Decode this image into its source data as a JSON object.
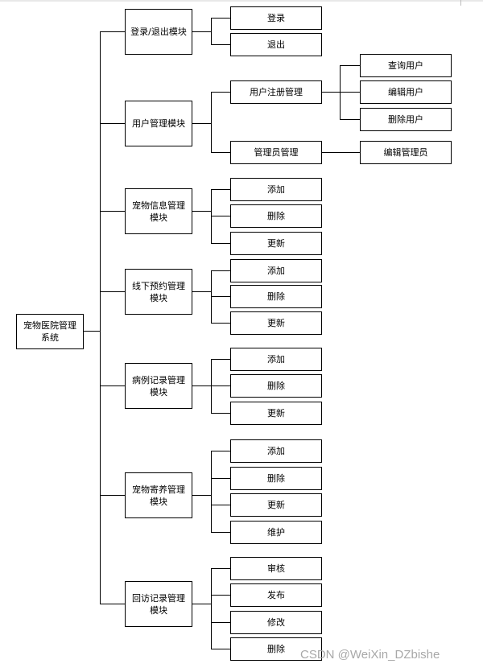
{
  "diagram": {
    "root": {
      "line1": "宠物医院管理",
      "line2": "系统"
    },
    "modules": [
      {
        "id": "login",
        "line1": "登录/退出模块",
        "line2": "",
        "children": [
          "登录",
          "退出"
        ]
      },
      {
        "id": "user",
        "line1": "用户管理模块",
        "line2": "",
        "children": [
          {
            "label": "用户注册管理",
            "children": [
              "查询用户",
              "编辑用户",
              "删除用户"
            ]
          },
          {
            "label": "管理员管理",
            "children": [
              "编辑管理员"
            ]
          }
        ]
      },
      {
        "id": "petinfo",
        "line1": "宠物信息管理",
        "line2": "模块",
        "children": [
          "添加",
          "删除",
          "更新"
        ]
      },
      {
        "id": "appointment",
        "line1": "线下预约管理",
        "line2": "模块",
        "children": [
          "添加",
          "删除",
          "更新"
        ]
      },
      {
        "id": "caserecord",
        "line1": "病例记录管理",
        "line2": "模块",
        "children": [
          "添加",
          "删除",
          "更新"
        ]
      },
      {
        "id": "boarding",
        "line1": "宠物寄养管理",
        "line2": "模块",
        "children": [
          "添加",
          "删除",
          "更新",
          "维护"
        ]
      },
      {
        "id": "followup",
        "line1": "回访记录管理",
        "line2": "模块",
        "children": [
          "审核",
          "发布",
          "修改",
          "删除"
        ]
      }
    ]
  },
  "watermark": "CSDN @WeiXin_DZbishe",
  "colors": {
    "line": "#000000",
    "border": "#000000",
    "watermark": "#a8a8a8"
  }
}
